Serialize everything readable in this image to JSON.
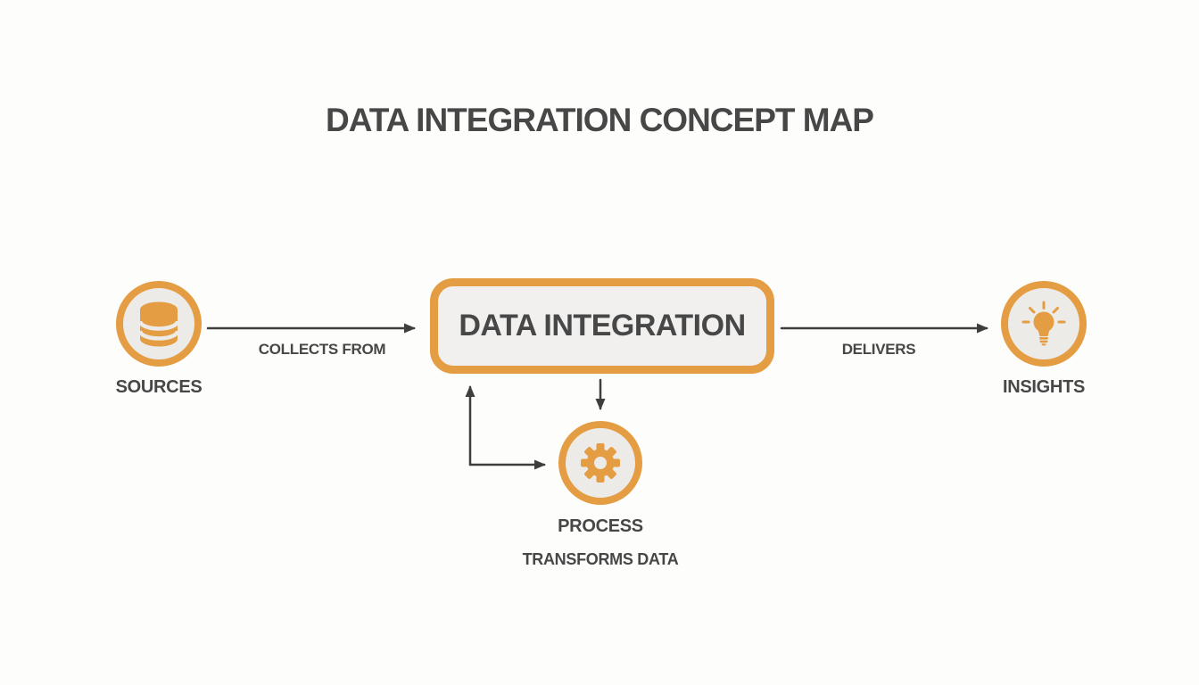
{
  "title": "DATA INTEGRATION CONCEPT MAP",
  "diagram": {
    "nodes": {
      "sources": {
        "label": "SOURCES",
        "icon": "database-icon",
        "shape": "circle"
      },
      "integration": {
        "label": "DATA INTEGRATION",
        "shape": "rounded-box"
      },
      "insights": {
        "label": "INSIGHTS",
        "icon": "lightbulb-icon",
        "shape": "circle"
      },
      "process": {
        "label": "PROCESS",
        "sublabel": "TRANSFORMS DATA",
        "icon": "gear-icon",
        "shape": "circle"
      }
    },
    "edges": [
      {
        "id": "collects",
        "label": "COLLECTS FROM",
        "from": "sources",
        "to": "integration",
        "style": "straight"
      },
      {
        "id": "delivers",
        "label": "DELIVERS",
        "from": "integration",
        "to": "insights",
        "style": "straight"
      },
      {
        "id": "sends-down",
        "label": "",
        "from": "integration",
        "to": "process",
        "style": "straight"
      },
      {
        "id": "process-return",
        "label": "",
        "from": "process",
        "to": "integration",
        "style": "elbow",
        "arrowheads": "both-ends"
      }
    ]
  },
  "colors": {
    "accent_orange": "#E49D42",
    "node_fill": "#ECEBE8",
    "box_fill": "#F1F0EE",
    "text_dark": "#474747",
    "arrow_color": "#3E3E3E",
    "background": "#FDFDFB"
  }
}
